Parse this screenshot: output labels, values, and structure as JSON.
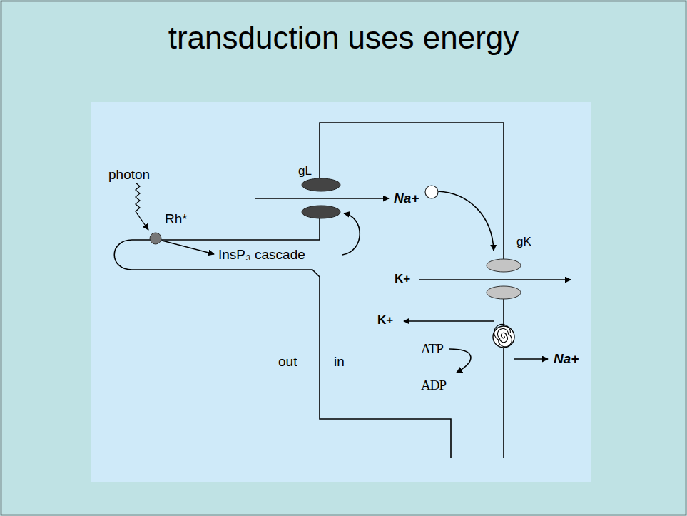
{
  "diagram": {
    "title": "transduction uses energy",
    "labels": [
      "photon",
      "gL",
      "Rh*",
      "Na+",
      "InsP₃ cascade",
      "gK",
      "K+",
      "K+",
      "ATP",
      "out",
      "in",
      "Na+",
      "ADP"
    ]
  }
}
